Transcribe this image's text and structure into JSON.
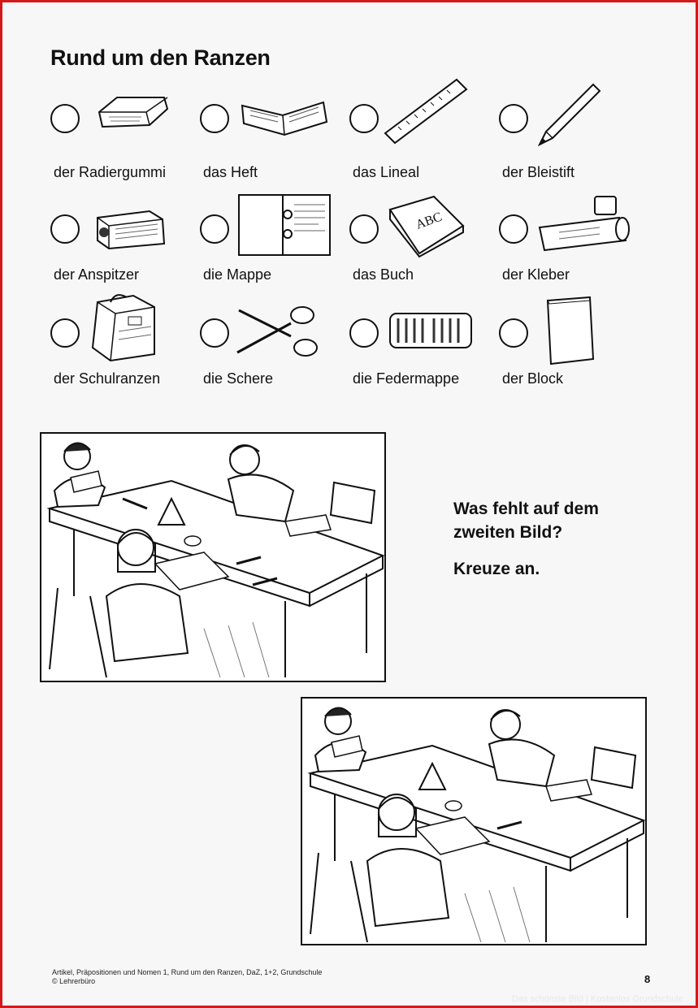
{
  "worksheet": {
    "title": "Rund um den Ranzen",
    "vocabulary": [
      {
        "label": "der Radiergummi",
        "icon": "eraser-icon"
      },
      {
        "label": "das Heft",
        "icon": "notebook-icon"
      },
      {
        "label": "das Lineal",
        "icon": "ruler-icon"
      },
      {
        "label": "der Bleistift",
        "icon": "pencil-icon"
      },
      {
        "label": "der Anspitzer",
        "icon": "sharpener-icon"
      },
      {
        "label": "die Mappe",
        "icon": "folder-icon"
      },
      {
        "label": "das Buch",
        "icon": "book-icon"
      },
      {
        "label": "der Kleber",
        "icon": "glue-stick-icon"
      },
      {
        "label": "der Schulranzen",
        "icon": "school-bag-icon"
      },
      {
        "label": "die Schere",
        "icon": "scissors-icon"
      },
      {
        "label": "die Federmappe",
        "icon": "pencil-case-icon"
      },
      {
        "label": "der Block",
        "icon": "notepad-icon"
      }
    ],
    "task": {
      "question_line1": "Was fehlt auf dem",
      "question_line2": "zweiten Bild?",
      "instruction": "Kreuze an."
    },
    "footer": {
      "line1": "Artikel, Präpositionen und Nomen 1, Rund um den Ranzen, DaZ, 1+2, Grundschule",
      "line2": "© Lehrerbüro",
      "page_number": "8"
    },
    "watermark": "Das schönste Bild | Kostenlos Grundschule"
  }
}
